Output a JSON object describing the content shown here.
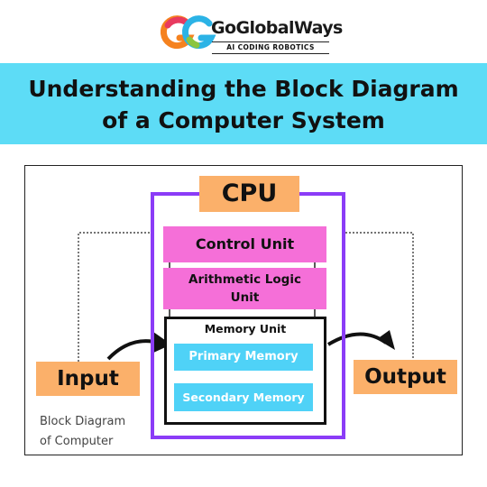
{
  "brand": {
    "name": "GoGlobalWays",
    "tagline": "AI CODING ROBOTICS",
    "logo_colors": [
      "#f5821f",
      "#e83a5f",
      "#2bb3e6",
      "#8bc540"
    ]
  },
  "banner": {
    "title_line1": "Understanding the Block Diagram",
    "title_line2": "of a Computer System",
    "background": "#5ddcf6"
  },
  "diagram": {
    "cpu_label": "CPU",
    "control_unit": "Control Unit",
    "alu_line1": "Arithmetic Logic",
    "alu_line2": "Unit",
    "memory_unit": "Memory Unit",
    "primary_memory": "Primary Memory",
    "secondary_memory": "Secondary Memory",
    "input": "Input",
    "output": "Output",
    "caption_line1": "Block Diagram",
    "caption_line2": "of Computer",
    "colors": {
      "cpu_border": "#8b3cf7",
      "cpu_label_bg": "#fbb06a",
      "unit_bg": "#f56fd8",
      "memory_bg": "#4fd2f7",
      "io_bg": "#fbb06a"
    }
  }
}
